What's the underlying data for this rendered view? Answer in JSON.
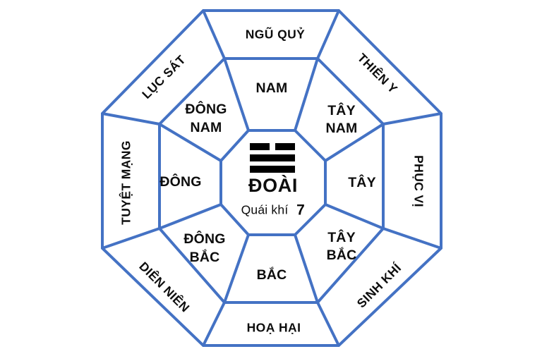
{
  "diagram": {
    "title": "Bát Trạch Bagua Octagon",
    "type": "bagua-octagon",
    "line_color": "#4472C4",
    "text_color": "#0D0D0D",
    "accent_color": "#FF0000",
    "background_color": "#FFFFFF"
  },
  "center": {
    "trigram_name": "ĐOÀI",
    "trigram_symbol": "☱",
    "trigram_lines": [
      "broken",
      "solid",
      "solid"
    ],
    "quai_khi_label": "Quái khí",
    "quai_khi_value": "7"
  },
  "inner_ring": {
    "name": "directions",
    "sectors": [
      {
        "id": "nam",
        "label": "NAM",
        "position": "top",
        "line1": "NAM",
        "line2": ""
      },
      {
        "id": "tay-nam",
        "label": "TÂY NAM",
        "position": "top-right",
        "line1": "TÂY",
        "line2": "NAM"
      },
      {
        "id": "tay",
        "label": "TÂY",
        "position": "right",
        "line1": "TÂY",
        "line2": ""
      },
      {
        "id": "tay-bac",
        "label": "TÂY BẮC",
        "position": "bottom-right",
        "line1": "TÂY",
        "line2": "BẮC"
      },
      {
        "id": "bac",
        "label": "BẮC",
        "position": "bottom",
        "line1": "BẮC",
        "line2": ""
      },
      {
        "id": "dong-bac",
        "label": "ĐÔNG BẮC",
        "position": "bottom-left",
        "line1": "ĐÔNG",
        "line2": "BẮC"
      },
      {
        "id": "dong",
        "label": "ĐÔNG",
        "position": "left",
        "line1": "ĐÔNG",
        "line2": ""
      },
      {
        "id": "dong-nam",
        "label": "ĐÔNG NAM",
        "position": "top-left",
        "line1": "ĐÔNG",
        "line2": "NAM"
      }
    ]
  },
  "outer_ring": {
    "name": "star-zones",
    "sectors": [
      {
        "id": "ngu-quy",
        "label": "NGŨ QUỶ",
        "position": "top",
        "rotation": 0
      },
      {
        "id": "thien-y",
        "label": "THIÊN Y",
        "position": "top-right",
        "rotation": 45
      },
      {
        "id": "phuc-vi",
        "label": "PHỤC VỊ",
        "position": "right",
        "rotation": 90
      },
      {
        "id": "sinh-khi",
        "label": "SINH KHÍ",
        "position": "bottom-right",
        "rotation": -45
      },
      {
        "id": "hoa-hai",
        "label": "HOẠ HẠI",
        "position": "bottom",
        "rotation": 0
      },
      {
        "id": "dien-nien",
        "label": "DIÊN NIÊN",
        "position": "bottom-left",
        "rotation": 45
      },
      {
        "id": "tuyet-mang",
        "label": "TUYỆT MẠNG",
        "position": "left",
        "rotation": -90
      },
      {
        "id": "luc-sat",
        "label": "LỤC SÁT",
        "position": "top-left",
        "rotation": -45
      }
    ]
  }
}
